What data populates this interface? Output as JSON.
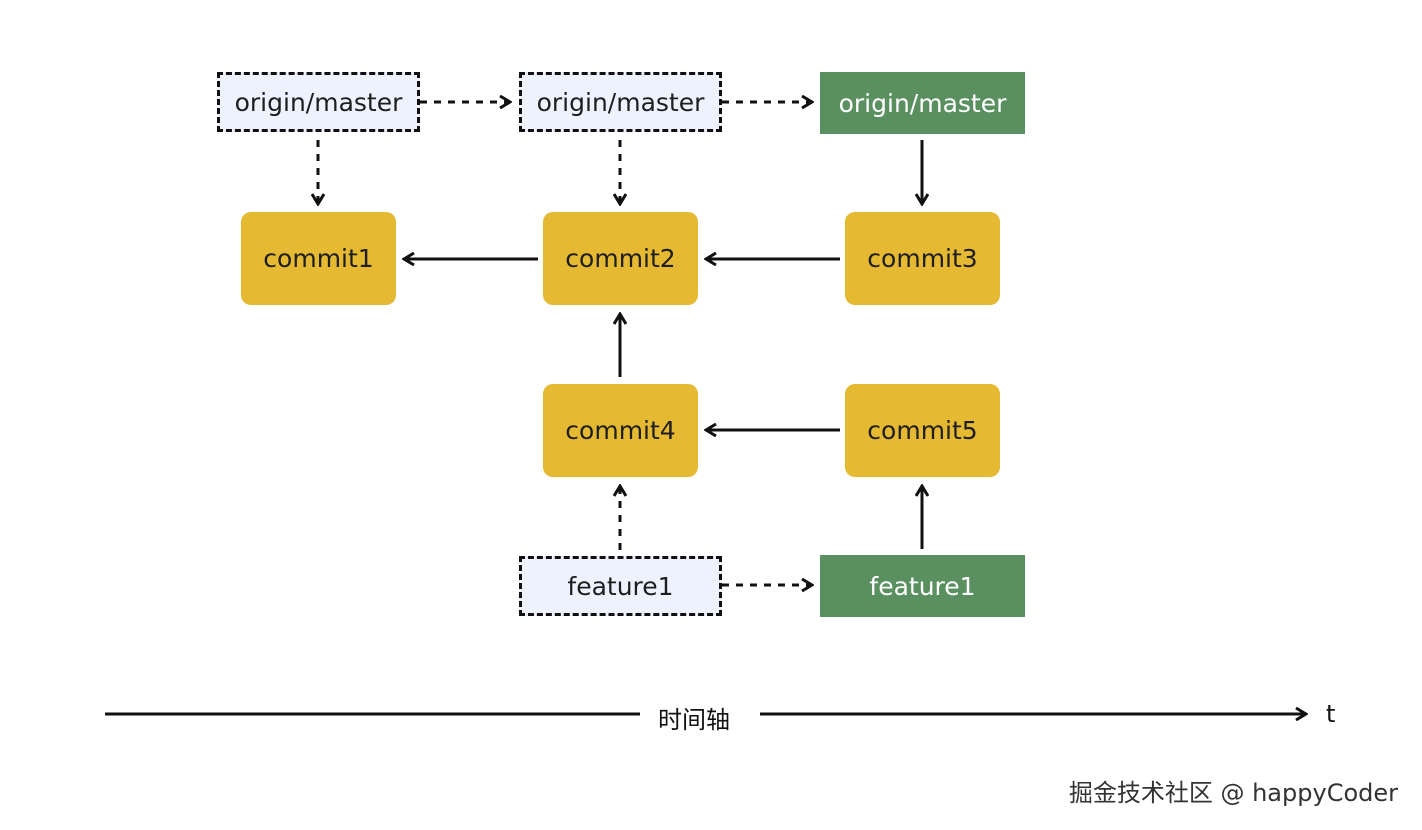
{
  "nodes": {
    "commit1": "commit1",
    "commit2": "commit2",
    "commit3": "commit3",
    "commit4": "commit4",
    "commit5": "commit5"
  },
  "refs": {
    "origin_master_1": "origin/master",
    "origin_master_2": "origin/master",
    "origin_master_current": "origin/master",
    "feature1_old": "feature1",
    "feature1_current": "feature1"
  },
  "timeline": {
    "label": "时间轴",
    "end_label": "t"
  },
  "watermark": "掘金技术社区 @ happyCoder",
  "colors": {
    "commit": "#e5b931",
    "current_ref": "#5a9060",
    "old_ref": "#eef2fe",
    "arrow": "#111111"
  }
}
